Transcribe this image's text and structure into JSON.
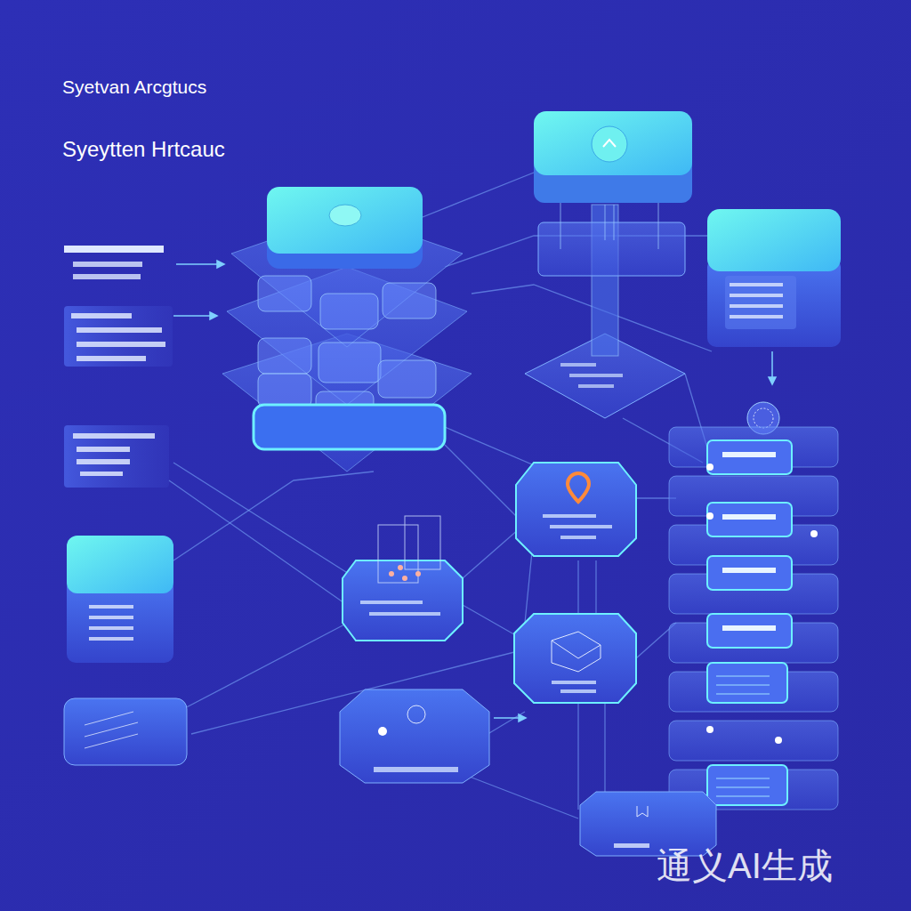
{
  "diagram": {
    "title": "Syetvan Arcgtucs",
    "labels": [
      "Syeytten Hrtcauc",
      "通义AI生成"
    ]
  }
}
